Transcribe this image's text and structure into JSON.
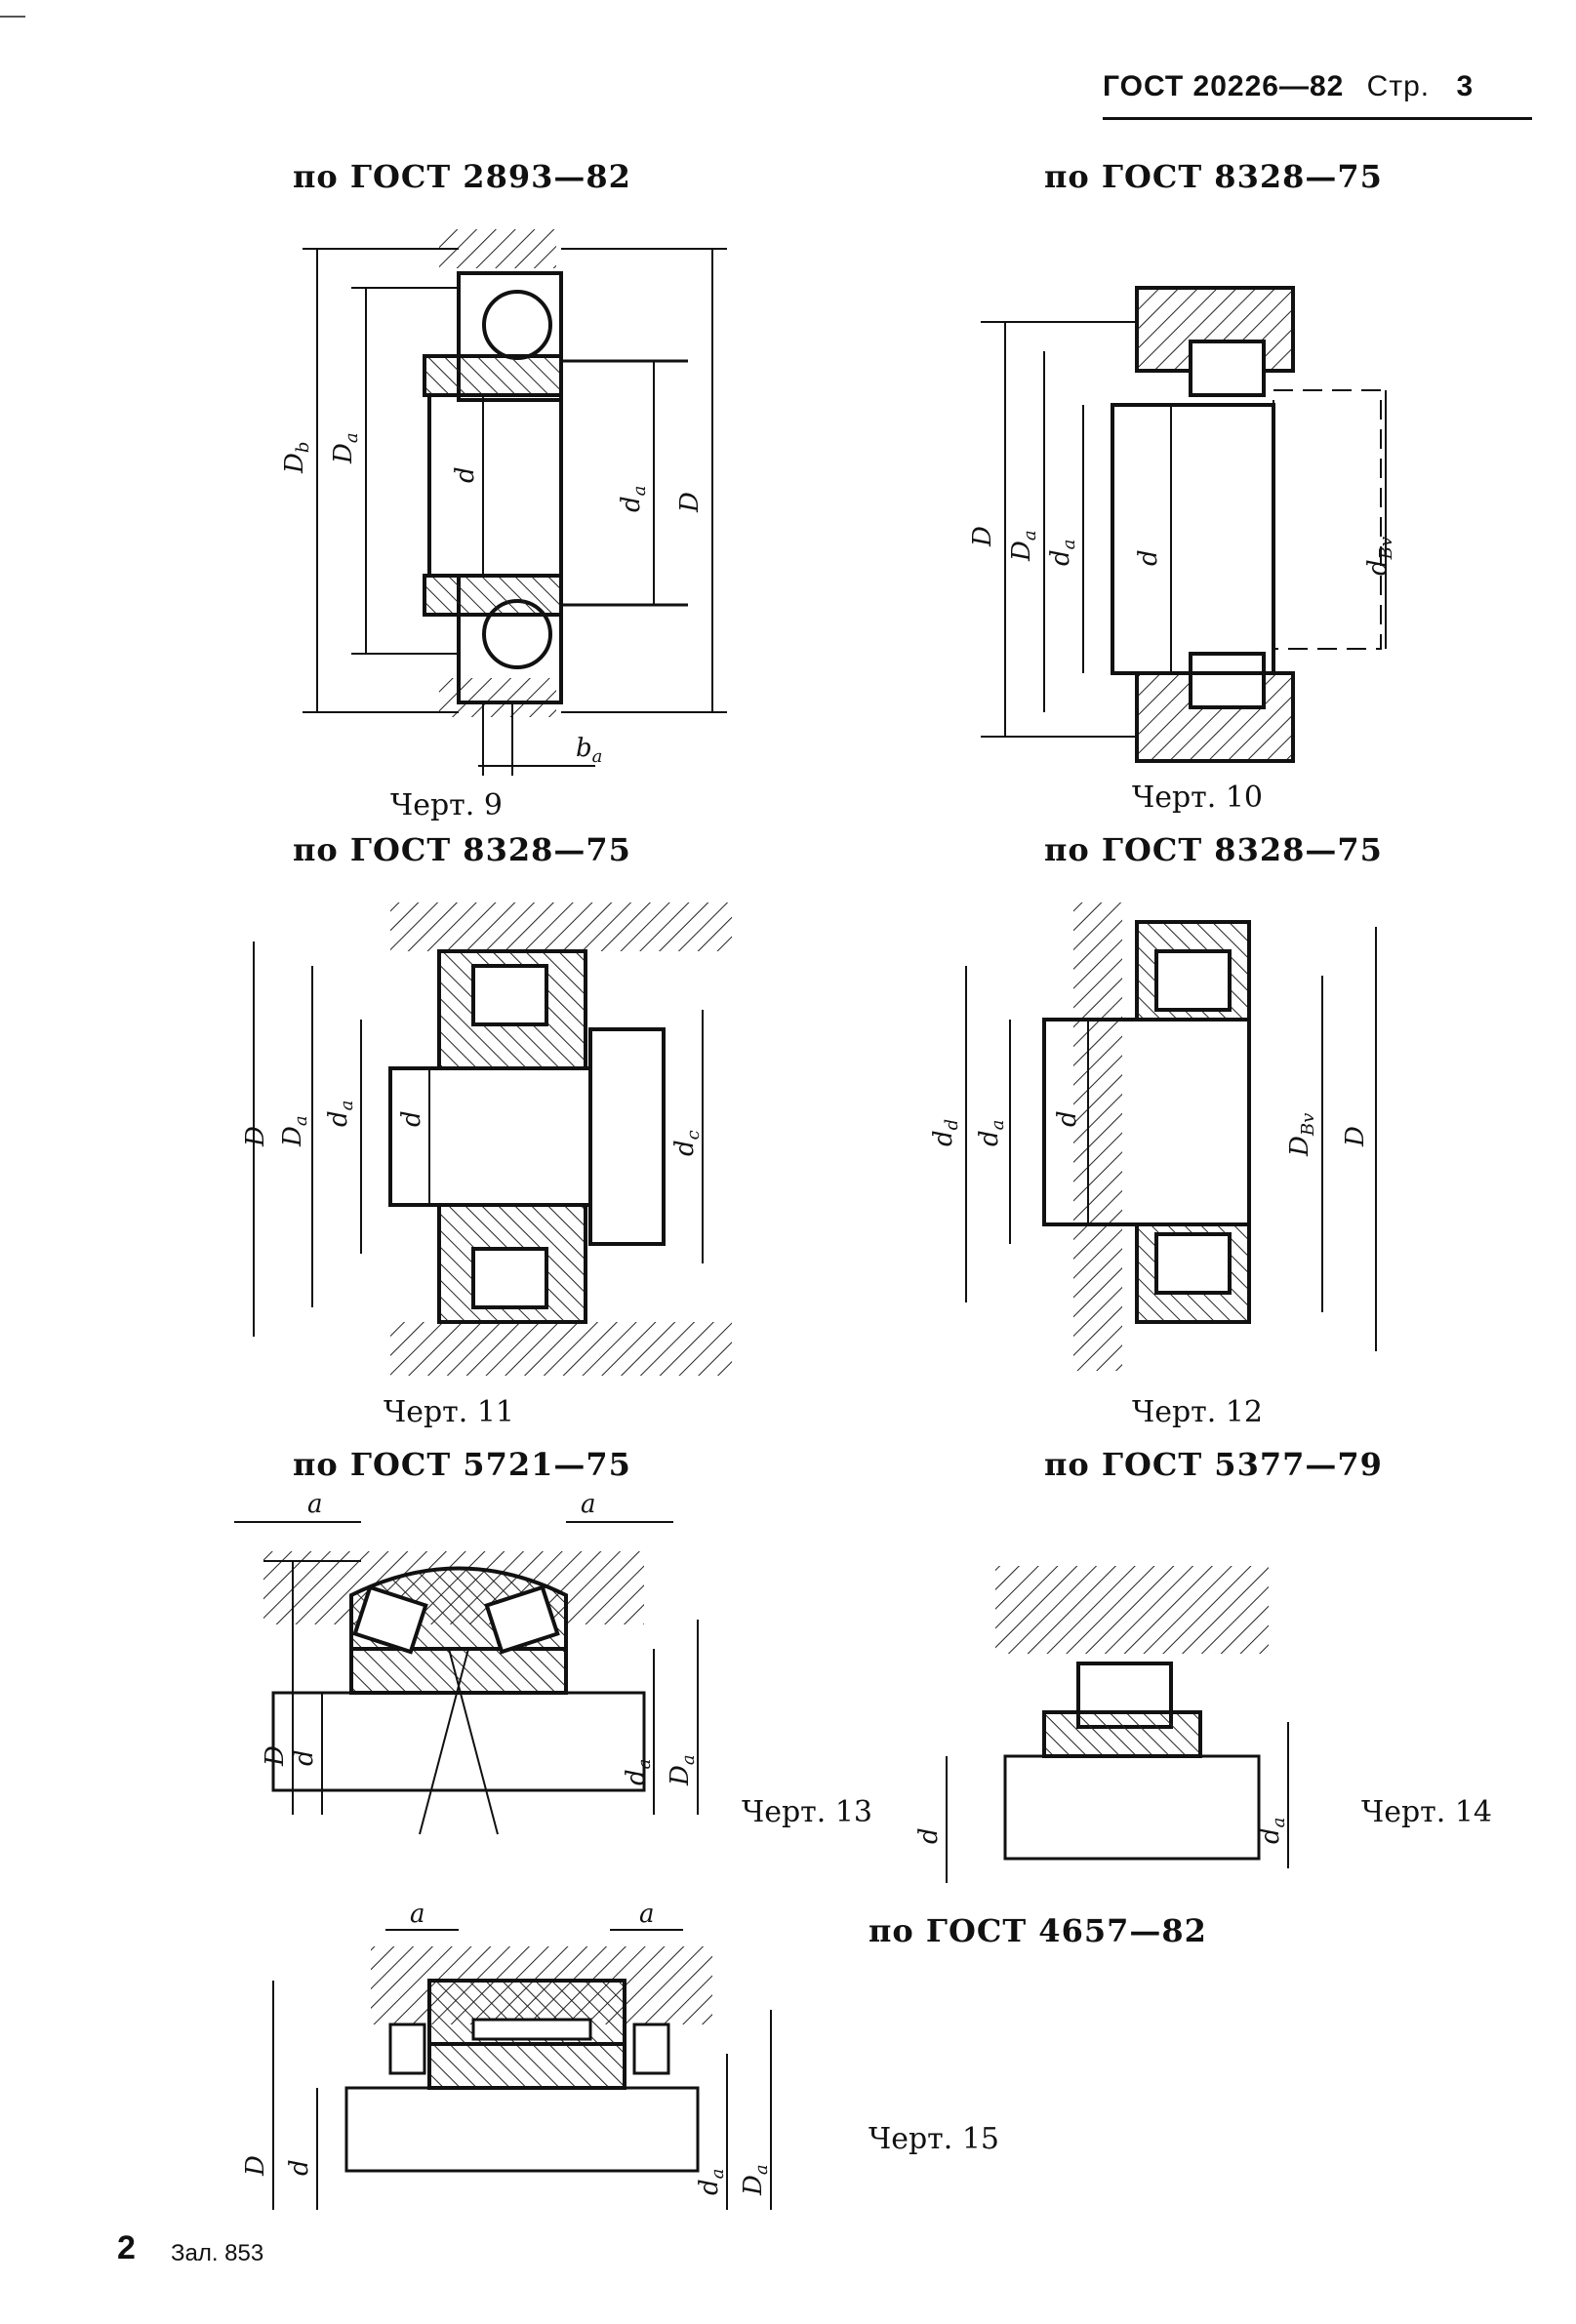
{
  "header": {
    "title": "ГОСТ 20226—82",
    "page_label": "Стр.",
    "page_number": "3"
  },
  "figures": [
    {
      "id": "9",
      "standard": "по ГОСТ 2893—82",
      "caption": "Черт. 9",
      "dims": [
        "Db",
        "Da",
        "d",
        "da",
        "D",
        "ba"
      ]
    },
    {
      "id": "10",
      "standard": "по ГОСТ 8328—75",
      "caption": "Черт. 10",
      "dims": [
        "D",
        "Da",
        "da",
        "d",
        "dBv"
      ]
    },
    {
      "id": "11",
      "standard": "по ГОСТ 8328—75",
      "caption": "Черт. 11",
      "dims": [
        "D",
        "Da",
        "da",
        "d",
        "dc"
      ]
    },
    {
      "id": "12",
      "standard": "по ГОСТ 8328—75",
      "caption": "Черт. 12",
      "dims": [
        "dd",
        "da",
        "d",
        "DBv",
        "D"
      ]
    },
    {
      "id": "13",
      "standard": "по ГОСТ 5721—75",
      "caption": "Черт. 13",
      "dims": [
        "a",
        "a",
        "D",
        "d",
        "da",
        "Da"
      ]
    },
    {
      "id": "14",
      "standard": "по ГОСТ 5377—79",
      "caption": "Черт. 14",
      "dims": [
        "d",
        "da"
      ]
    },
    {
      "id": "15",
      "standard": "по ГОСТ 4657—82",
      "caption": "Черт. 15",
      "dims": [
        "a",
        "a",
        "D",
        "d",
        "da",
        "Da"
      ]
    }
  ],
  "footer": {
    "page_number": "2",
    "order": "Зал. 853"
  }
}
